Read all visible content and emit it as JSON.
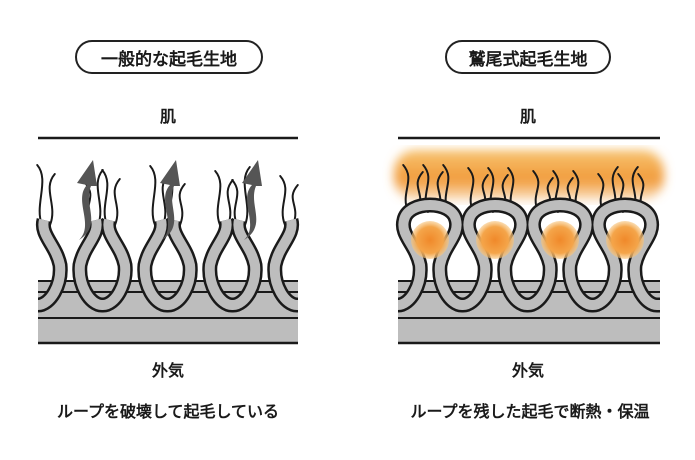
{
  "left": {
    "title": "一般的な起毛生地",
    "skin_label": "肌",
    "outside_label": "外気",
    "caption": "ループを破壊して起毛している"
  },
  "right": {
    "title": "鷲尾式起毛生地",
    "skin_label": "肌",
    "outside_label": "外気",
    "caption": "ループを残した起毛で断熱・保温"
  },
  "colors": {
    "fabric": "#bdbdbd",
    "line": "#1a1a1a",
    "heat": "#f0922e",
    "arrow": "#555555"
  }
}
